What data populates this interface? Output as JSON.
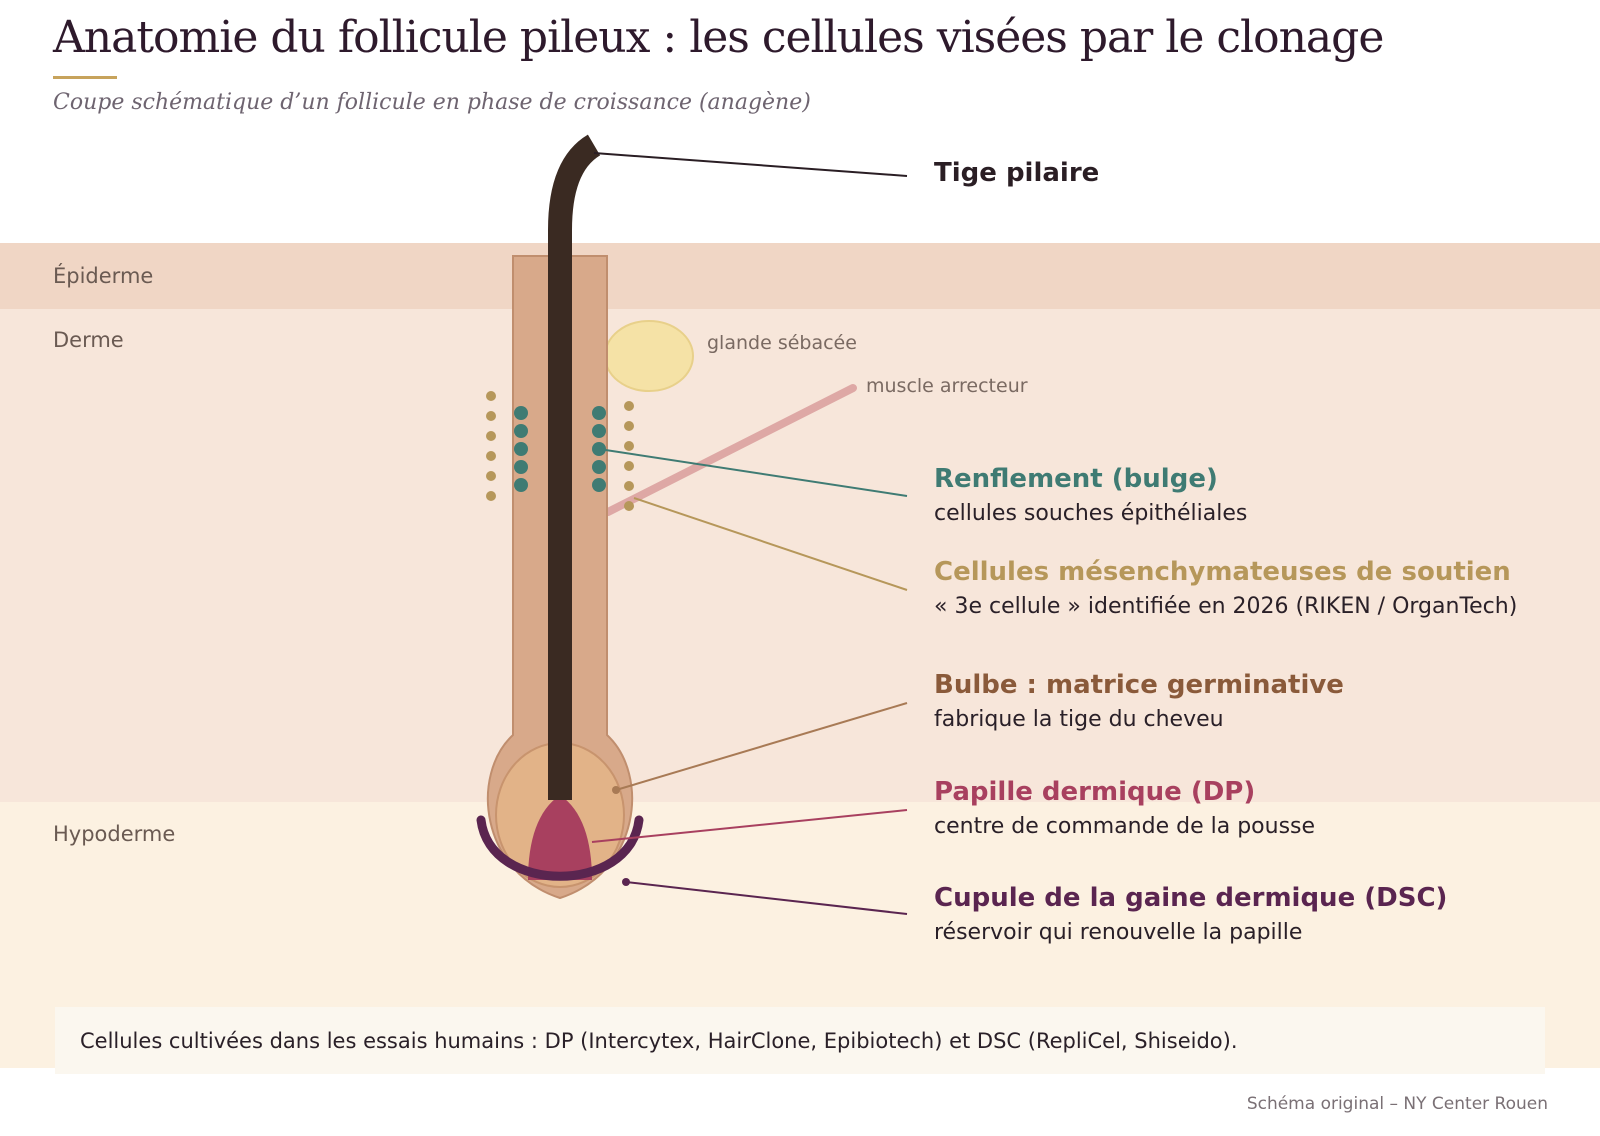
{
  "header": {
    "title": "Anatomie du follicule pileux : les cellules visées par le clonage",
    "subtitle": "Coupe schématique d’un follicule en phase de croissance (anagène)"
  },
  "layers": {
    "epidermis": "Épiderme",
    "dermis": "Derme",
    "hypodermis": "Hypoderme"
  },
  "structures": {
    "sebaceous_gland": "glande sébacée",
    "arrector_muscle": "muscle arrecteur"
  },
  "callouts": [
    {
      "title": "Tige pilaire",
      "description": "",
      "color": "#2a1e24"
    },
    {
      "title": "Renflement (bulge)",
      "description": "cellules souches épithéliales",
      "color": "#3f7b73"
    },
    {
      "title": "Cellules mésenchymateuses de soutien",
      "description": "« 3e cellule » identifiée en 2026 (RIKEN / OrganTech)",
      "color": "#b6975a"
    },
    {
      "title": "Bulbe : matrice germinative",
      "description": "fabrique la tige du cheveu",
      "color": "#8a5a3a"
    },
    {
      "title": "Papille dermique (DP)",
      "description": "centre de commande de la pousse",
      "color": "#a8405f"
    },
    {
      "title": "Cupule de la gaine dermique (DSC)",
      "description": "réservoir qui renouvelle la papille",
      "color": "#5a2550"
    }
  ],
  "note": "Cellules cultivées dans les essais humains : DP (Intercytex, HairClone, Epibiotech) et DSC (RepliCel, Shiseido).",
  "source": "Schéma original – NY Center Rouen",
  "colors": {
    "epidermis": "#f0d6c5",
    "dermis": "#f7e6da",
    "hypodermis": "#fcf1e1",
    "follicle": "#d8a98a",
    "hair_shaft": "#3a2a22",
    "sebaceous_gland": "#f5e2a6",
    "arrector_muscle": "#dea8a5",
    "bulb": "#e2b388",
    "papilla": "#a8405f",
    "cup": "#5a2550",
    "stem_cells": "#3f7b73",
    "mesenchymal_cells": "#b6975a"
  }
}
